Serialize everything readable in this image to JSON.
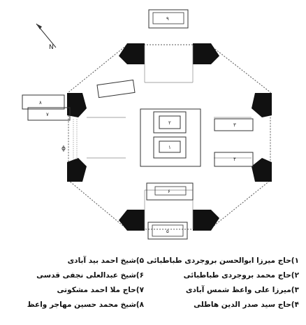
{
  "plan": {
    "north_mark": "N",
    "tombs": [
      "۱",
      "۲",
      "۳",
      "۴",
      "۵",
      "۶",
      "۷",
      "۸",
      "۹"
    ],
    "door_symbol": "ϕ"
  },
  "legend": {
    "right_column": [
      "۱)حاج میرزا ابوالحسن بروجردی طباطبائی",
      "۲)حاج محمد بروجردی طباطبائی",
      "۳)میرزا علی واعظ شمس آبادی",
      "۴)حاج سید صدر الدین هاطلی"
    ],
    "left_column": [
      "۵)شیخ احمد بید آبادی",
      "۶)شیخ عبدالعلی نجفی قدسی",
      "۷)حاج ملا احمد مشکوتی",
      "۸)شیخ محمد حسین مهاجر واعظ"
    ]
  }
}
